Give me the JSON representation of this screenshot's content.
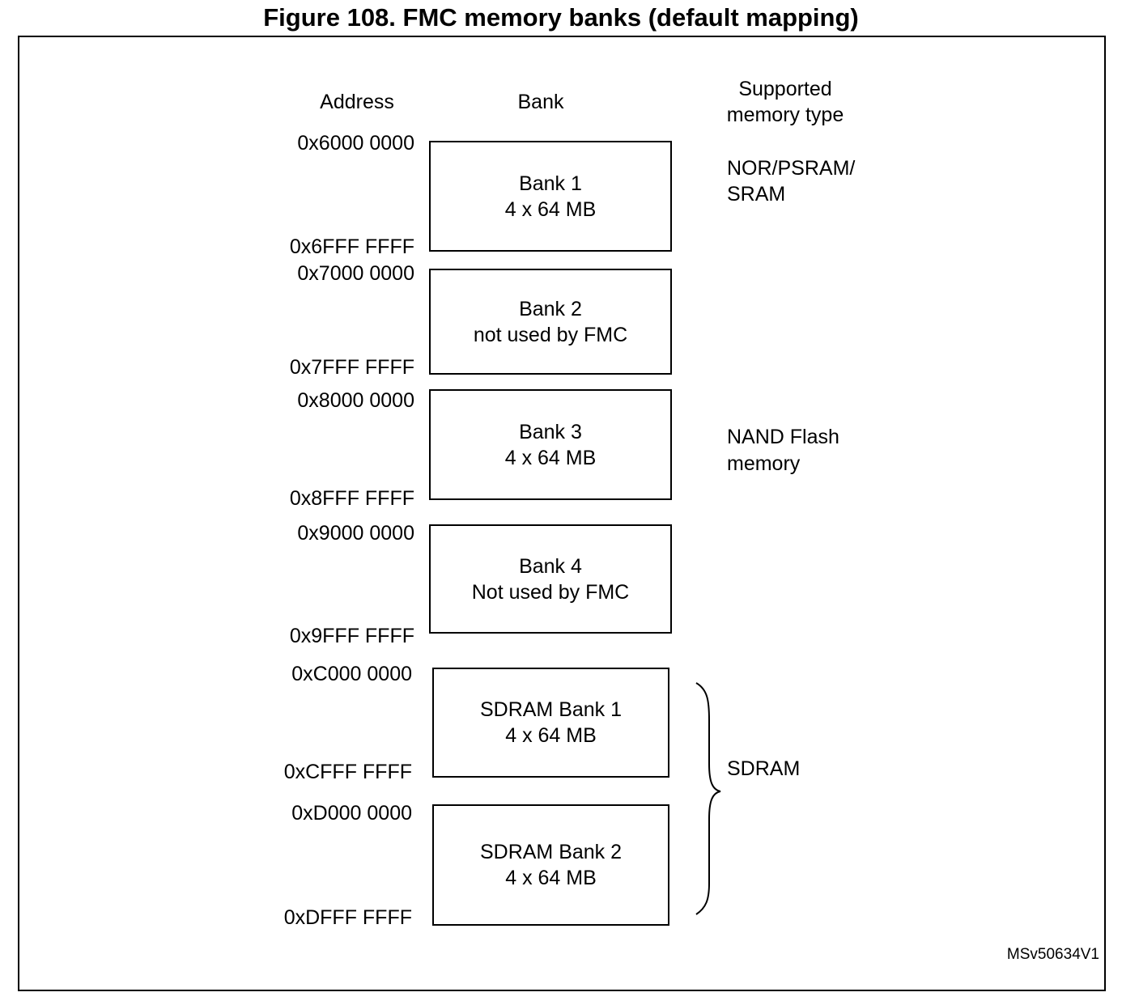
{
  "figure": {
    "title": "Figure 108. FMC memory banks (default mapping)",
    "reference_code": "MSv50634V1"
  },
  "headers": {
    "address": "Address",
    "bank": "Bank",
    "supported_line1": "Supported",
    "supported_line2": "memory type"
  },
  "banks": [
    {
      "name": "Bank 1",
      "detail": "4 x 64 MB",
      "start_address": "0x6000 0000",
      "end_address": "0x6FFF FFFF"
    },
    {
      "name": "Bank 2",
      "detail": "not used by FMC",
      "start_address": "0x7000 0000",
      "end_address": "0x7FFF FFFF"
    },
    {
      "name": "Bank 3",
      "detail": "4 x 64 MB",
      "start_address": "0x8000 0000",
      "end_address": "0x8FFF FFFF"
    },
    {
      "name": "Bank 4",
      "detail": "Not used by FMC",
      "start_address": "0x9000 0000",
      "end_address": "0x9FFF FFFF"
    },
    {
      "name": "SDRAM Bank 1",
      "detail": "4 x 64 MB",
      "start_address": "0xC000 0000",
      "end_address": "0xCFFF FFFF"
    },
    {
      "name": "SDRAM Bank 2",
      "detail": "4 x 64 MB",
      "start_address": "0xD000 0000",
      "end_address": "0xDFFF FFFF"
    }
  ],
  "memory_types": {
    "nor_line1": "NOR/PSRAM/",
    "nor_line2": "SRAM",
    "nand_line1": "NAND Flash",
    "nand_line2": "memory",
    "sdram": "SDRAM"
  }
}
